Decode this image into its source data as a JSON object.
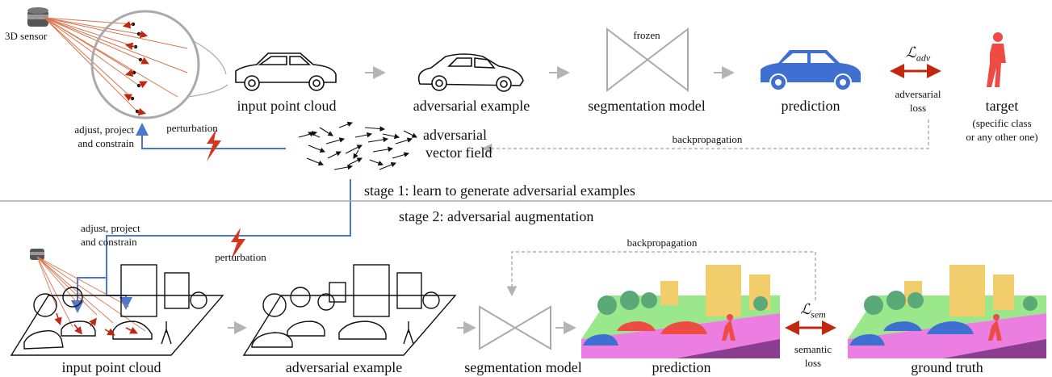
{
  "stage1": {
    "sensor_label": "3D sensor",
    "input_label": "input point cloud",
    "adv_example_label": "adversarial example",
    "frozen_label": "frozen",
    "seg_model_label": "segmentation model",
    "prediction_label": "prediction",
    "loss_symbol": "ℒ",
    "loss_sub": "adv",
    "loss_label_1": "adversarial",
    "loss_label_2": "loss",
    "target_label": "target",
    "target_sub_1": "(specific class",
    "target_sub_2": "or any other one)",
    "adjust_1": "adjust, project",
    "adjust_2": "and constrain",
    "perturbation_label": "perturbation",
    "vector_field_1": "adversarial",
    "vector_field_2": "vector field",
    "backprop_label": "backpropagation",
    "stage_title": "stage 1: learn to generate adversarial examples"
  },
  "stage2": {
    "stage_title": "stage 2: adversarial augmentation",
    "adjust_1": "adjust, project",
    "adjust_2": "and constrain",
    "perturbation_label": "perturbation",
    "backprop_label": "backpropagation",
    "input_label": "input point cloud",
    "adv_example_label": "adversarial example",
    "seg_model_label": "segmentation model",
    "prediction_label": "prediction",
    "loss_symbol": "ℒ",
    "loss_sub": "sem",
    "loss_label_1": "semantic",
    "loss_label_2": "loss",
    "gt_label": "ground truth"
  },
  "colors": {
    "blue_arrow": "#4a78d0",
    "red": "#c0280f",
    "car_blue": "#3f6fd1",
    "pedestrian_red": "#ee4b45",
    "gray": "#b4b4b4",
    "ground_green": "#9be88c",
    "ground_magenta": "#ec7ee2",
    "ground_purple": "#8a3e8f",
    "building_yellow": "#f1cd6c",
    "tree_green": "#5aa978"
  }
}
